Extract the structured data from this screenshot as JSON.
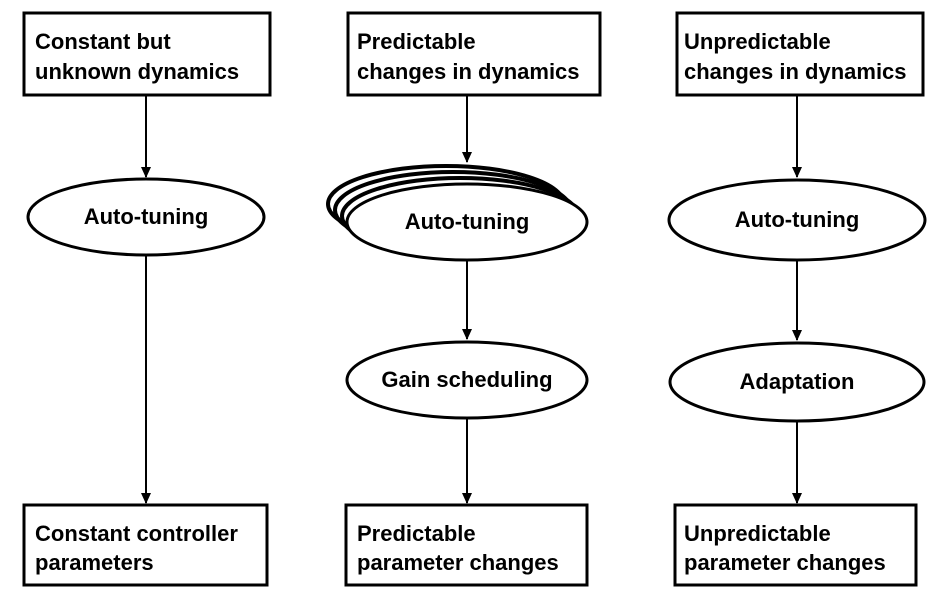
{
  "columns": [
    {
      "top_box": [
        "Constant but",
        "unknown dynamics"
      ],
      "stages": [
        "Auto-tuning"
      ],
      "bottom_box": [
        "Constant controller",
        "parameters"
      ]
    },
    {
      "top_box": [
        "Predictable",
        "changes in dynamics"
      ],
      "stages": [
        "Auto-tuning",
        "Gain scheduling"
      ],
      "bottom_box": [
        "Predictable",
        "parameter changes"
      ]
    },
    {
      "top_box": [
        "Unpredictable",
        "changes in dynamics"
      ],
      "stages": [
        "Auto-tuning",
        "Adaptation"
      ],
      "bottom_box": [
        "Unpredictable",
        "parameter changes"
      ]
    }
  ]
}
